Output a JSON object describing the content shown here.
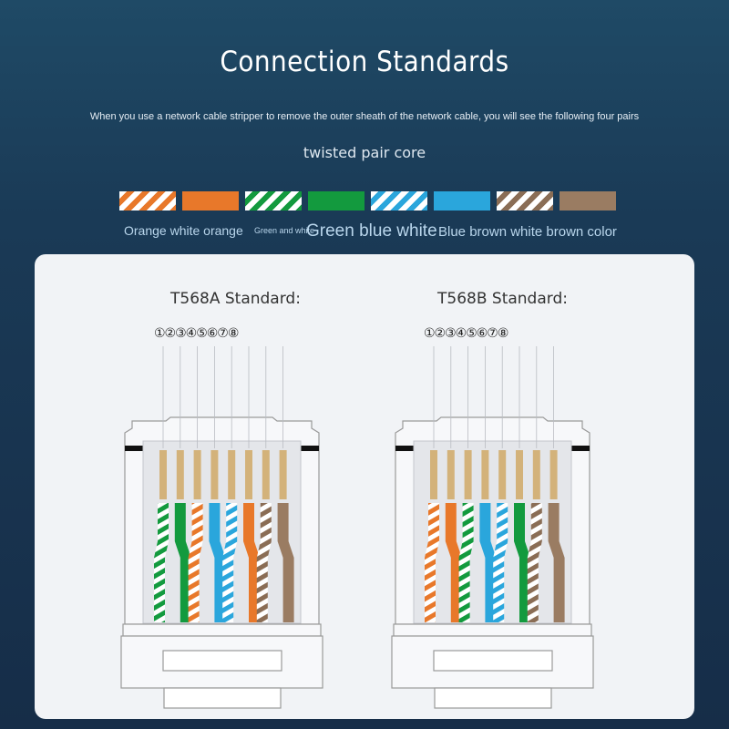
{
  "header": {
    "title": "Connection Standards",
    "subtitle": "When you use a network cable stripper to remove the outer sheath of the network cable, you will see the following four pairs",
    "subtitle2": "twisted pair core"
  },
  "swatches": [
    "orange-white",
    "orange",
    "green-white",
    "green",
    "blue-white",
    "blue",
    "brown-white",
    "brown"
  ],
  "swatch_labels": {
    "orange": "Orange white orange",
    "green": "Green and white",
    "blue": "Green blue white",
    "brown": "Blue brown white brown color"
  },
  "colors": {
    "orange": "#e8782a",
    "green": "#139a3e",
    "blue": "#2aa6dc",
    "brown": "#9a7c62",
    "label": "#b9d6ec"
  },
  "standards": [
    {
      "title": "T568A Standard:",
      "pin_numbers": "①②③④⑤⑥⑦⑧",
      "wires": [
        "green-white",
        "green",
        "orange-white",
        "blue",
        "blue-white",
        "orange",
        "brown-white",
        "brown"
      ]
    },
    {
      "title": "T568B Standard:",
      "pin_numbers": "①②③④⑤⑥⑦⑧",
      "wires": [
        "orange-white",
        "orange",
        "green-white",
        "blue",
        "blue-white",
        "green",
        "brown-white",
        "brown"
      ]
    }
  ]
}
